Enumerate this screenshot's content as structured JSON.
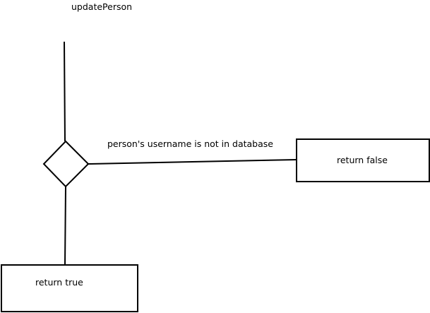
{
  "diagram": {
    "title": "updatePerson",
    "decision": {
      "condition_label": "person's username is not in database"
    },
    "nodes": {
      "false_box": {
        "label": "return false"
      },
      "true_box": {
        "label": "return true"
      }
    }
  }
}
